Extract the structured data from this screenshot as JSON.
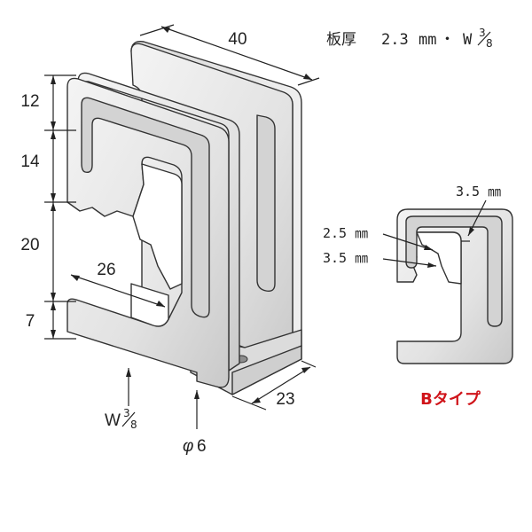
{
  "spec": {
    "thickness_label": "板厚",
    "thickness_value": "2.3",
    "thickness_unit": "mm",
    "separator": "・",
    "w_prefix": "W",
    "w_frac_num": "3",
    "w_frac_den": "8"
  },
  "dimensions": {
    "width_top": "40",
    "h1": "12",
    "h2": "14",
    "h3": "20",
    "h4": "7",
    "inner_width": "26",
    "depth": "23",
    "hole_symbol": "φ",
    "hole_value": "6",
    "bolt_prefix": "W",
    "bolt_frac_num": "3",
    "bolt_frac_den": "8"
  },
  "detail": {
    "tooth_a": "3.5 ㎜",
    "tooth_b": "2.5 ㎜",
    "tooth_c": "3.5 ㎜",
    "caption": "Bタイプ"
  },
  "colors": {
    "metal": "#e6e6e6",
    "metal_shadow": "#c8c8c8",
    "caption_red": "#d0141a"
  }
}
